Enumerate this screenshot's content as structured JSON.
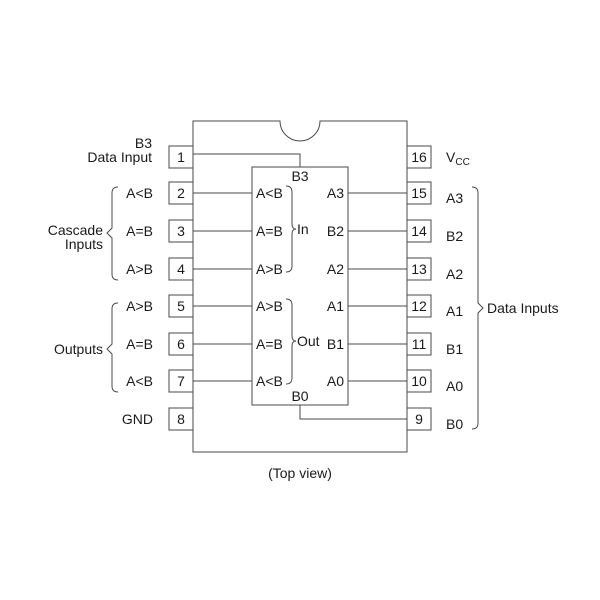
{
  "pins": {
    "p1": "1",
    "p2": "2",
    "p3": "3",
    "p4": "4",
    "p5": "5",
    "p6": "6",
    "p7": "7",
    "p8": "8",
    "p9": "9",
    "p10": "10",
    "p11": "11",
    "p12": "12",
    "p13": "13",
    "p14": "14",
    "p15": "15",
    "p16": "16"
  },
  "left_labels": {
    "b3_name": "B3",
    "data_input": "Data Input",
    "cascade_1": "Cascade",
    "cascade_2": "Inputs",
    "outputs": "Outputs",
    "pin2": "A<B",
    "pin3": "A=B",
    "pin4": "A>B",
    "pin5": "A>B",
    "pin6": "A=B",
    "pin7": "A<B",
    "gnd": "GND"
  },
  "right_labels": {
    "vcc": "V",
    "vcc_sub": "CC",
    "pin15": "A3",
    "pin14": "B2",
    "pin13": "A2",
    "pin12": "A1",
    "pin11": "B1",
    "pin10": "A0",
    "pin9": "B0",
    "data_inputs": "Data Inputs"
  },
  "inner": {
    "b3_top": "B3",
    "b0_bottom": "B0",
    "l_alt_b_in": "A<B",
    "l_aeq_b_in": "A=B",
    "l_agt_b_in": "A>B",
    "l_agt_b_out": "A>B",
    "l_aeq_b_out": "A=B",
    "l_alt_b_out": "A<B",
    "in": "In",
    "out": "Out",
    "r_a3": "A3",
    "r_b2": "B2",
    "r_a2": "A2",
    "r_a1": "A1",
    "r_b1": "B1",
    "r_a0": "A0"
  },
  "caption": "(Top view)"
}
